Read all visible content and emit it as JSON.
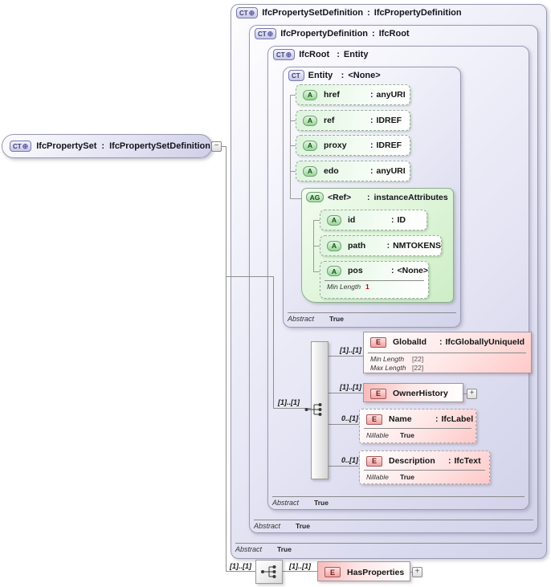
{
  "root": {
    "badge": "CT",
    "badge_plus": "⊕",
    "name": "IfcPropertySet",
    "colon": ":",
    "type": "IfcPropertySetDefinition",
    "collapse_glyph": "−"
  },
  "boxes": [
    {
      "badge": "CT",
      "badge_plus": "⊕",
      "name": "IfcPropertySetDefinition",
      "colon": ":",
      "type": "IfcPropertyDefinition",
      "abstract_label": "Abstract",
      "abstract_value": "True"
    },
    {
      "badge": "CT",
      "badge_plus": "⊕",
      "name": "IfcPropertyDefinition",
      "colon": ":",
      "type": "IfcRoot",
      "abstract_label": "Abstract",
      "abstract_value": "True"
    },
    {
      "badge": "CT",
      "badge_plus": "⊕",
      "name": "IfcRoot",
      "colon": ":",
      "type": "Entity",
      "abstract_label": "Abstract",
      "abstract_value": "True"
    },
    {
      "badge": "CT",
      "badge_plus": "",
      "name": "Entity",
      "colon": ":",
      "type": "<None>",
      "abstract_label": "Abstract",
      "abstract_value": "True"
    }
  ],
  "entity_attributes": [
    {
      "badge": "A",
      "name": "href",
      "colon": ":",
      "type": "anyURI"
    },
    {
      "badge": "A",
      "name": "ref",
      "colon": ":",
      "type": "IDREF"
    },
    {
      "badge": "A",
      "name": "proxy",
      "colon": ":",
      "type": "IDREF"
    },
    {
      "badge": "A",
      "name": "edo",
      "colon": ":",
      "type": "anyURI"
    }
  ],
  "attribute_group": {
    "badge": "AG",
    "name": "<Ref>",
    "colon": ":",
    "type": "instanceAttributes",
    "attributes": [
      {
        "badge": "A",
        "name": "id",
        "colon": ":",
        "type": "ID"
      },
      {
        "badge": "A",
        "name": "path",
        "colon": ":",
        "type": "NMTOKENS"
      },
      {
        "badge": "A",
        "name": "pos",
        "colon": ":",
        "type": "<None>",
        "facet_label": "Min Length",
        "facet_value": "1"
      }
    ]
  },
  "sequence": {
    "cardinality": "[1]..[1]",
    "children": [
      {
        "badge": "E",
        "cardinality": "[1]..[1]",
        "name": "GlobalId",
        "colon": ":",
        "type": "IfcGloballyUniqueId",
        "facets": [
          {
            "label": "Min Length",
            "value": "[22]"
          },
          {
            "label": "Max Length",
            "value": "[22]"
          }
        ]
      },
      {
        "badge": "E",
        "cardinality": "[1]..[1]",
        "name": "OwnerHistory",
        "expand_glyph": "+"
      },
      {
        "badge": "E",
        "cardinality": "0..[1]",
        "name": "Name",
        "colon": ":",
        "type": "IfcLabel",
        "facets": [
          {
            "label": "Nillable",
            "value": "True"
          }
        ]
      },
      {
        "badge": "E",
        "cardinality": "0..[1]",
        "name": "Description",
        "colon": ":",
        "type": "IfcText",
        "facets": [
          {
            "label": "Nillable",
            "value": "True"
          }
        ]
      }
    ]
  },
  "bottom_sequence": {
    "cardinality_left": "[1]..[1]",
    "cardinality_right": "[1]..[1]",
    "element": {
      "badge": "E",
      "name": "HasProperties",
      "expand_glyph": "+"
    }
  },
  "colors": {
    "lavender": "#d9d9ee",
    "attr_green": "#ddf4dd",
    "element_pink": "#ffc9c9",
    "facet_red": "#c40000"
  }
}
